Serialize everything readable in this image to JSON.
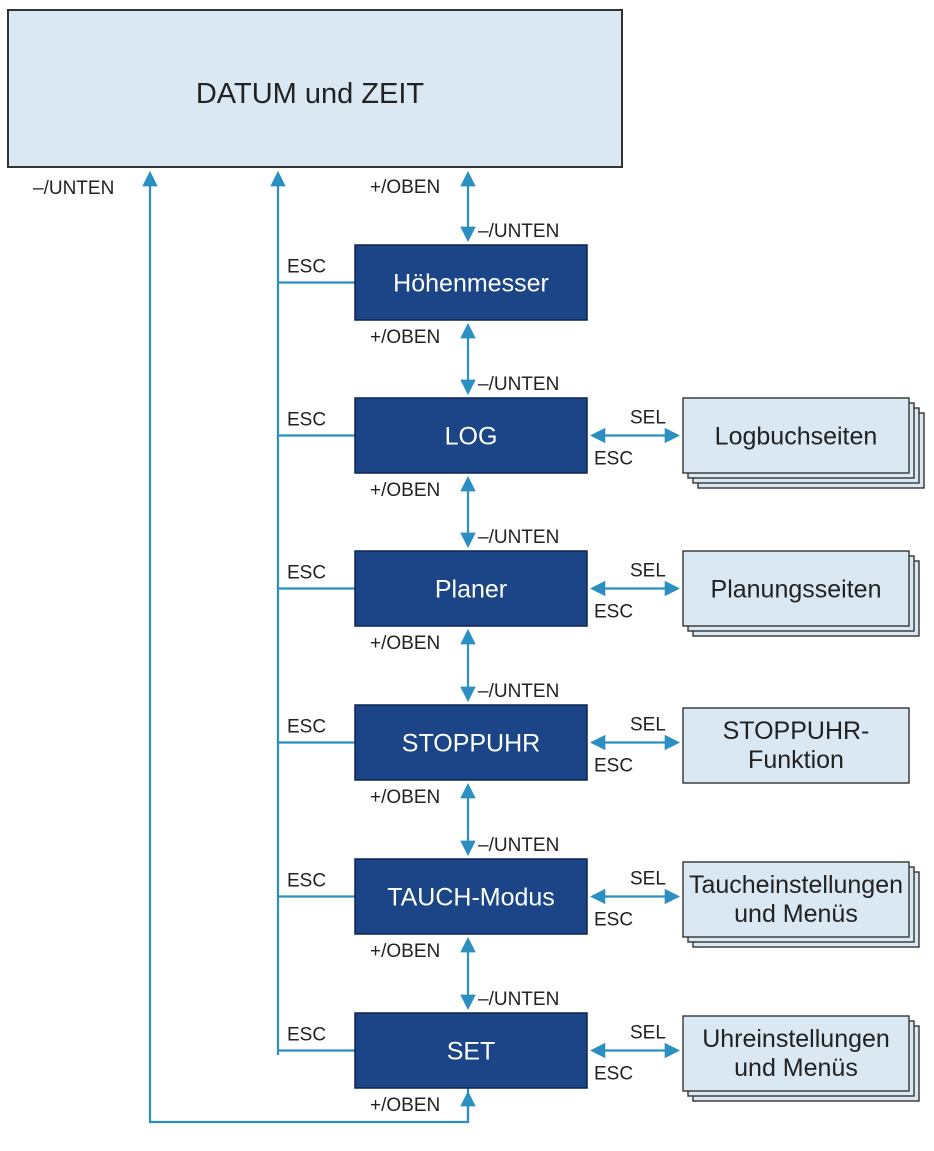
{
  "main": {
    "title": "DATUM und ZEIT"
  },
  "labels": {
    "up": "+/OBEN",
    "down": "–/UNTEN",
    "esc": "ESC",
    "sel": "SEL"
  },
  "modes": [
    {
      "label": "Höhenmesser",
      "sub": null
    },
    {
      "label": "LOG",
      "sub": [
        "Logbuchseiten"
      ]
    },
    {
      "label": "Planer",
      "sub": [
        "Planungsseiten"
      ]
    },
    {
      "label": "STOPPUHR",
      "sub": [
        "STOPPUHR-",
        "Funktion"
      ]
    },
    {
      "label": "TAUCH-Modus",
      "sub": [
        "Taucheinstellungen",
        "und Menüs"
      ]
    },
    {
      "label": "SET",
      "sub": [
        "Uhreinstellungen",
        "und Menüs"
      ]
    }
  ],
  "colors": {
    "mode_box": "#1c4587",
    "light_box": "#d9e8f2",
    "connector": "#2b8fc2"
  }
}
